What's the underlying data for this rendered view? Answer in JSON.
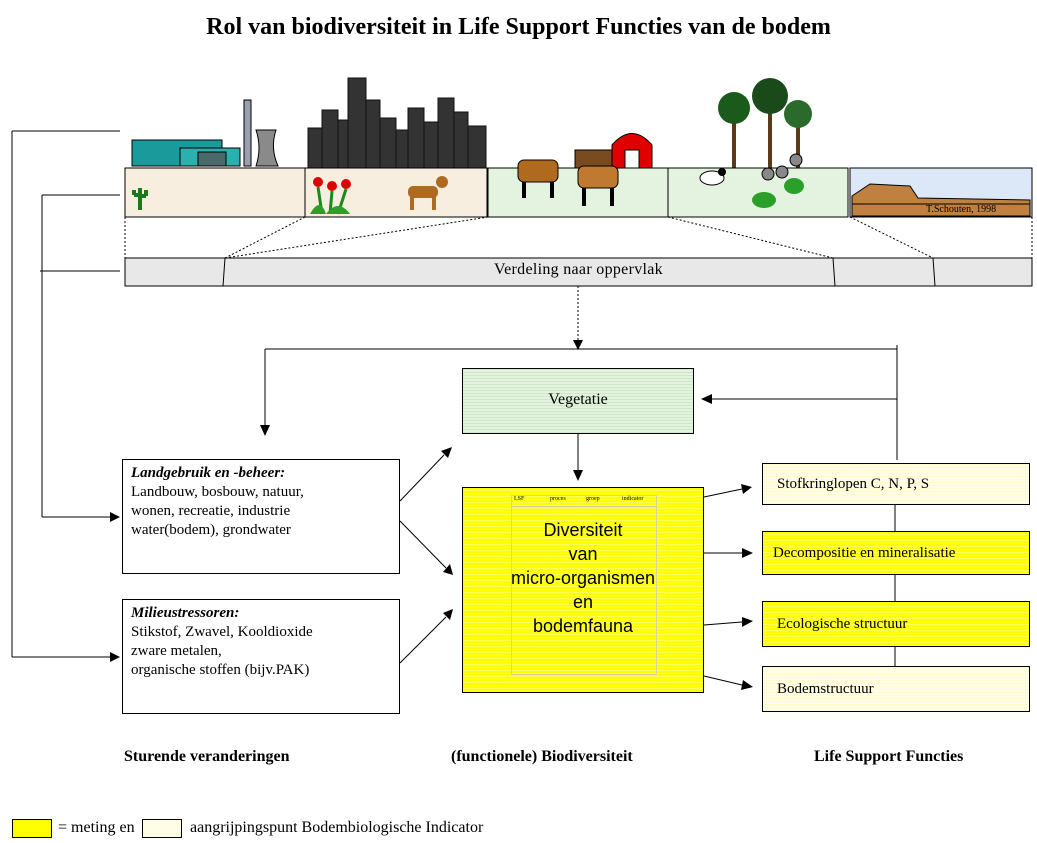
{
  "title": "Rol van biodiversiteit in Life Support Functies van de bodem",
  "credit": "T.Schouten, 1998",
  "surface_bar": "Verdeling naar oppervlak",
  "vegetation": "Vegetatie",
  "diversity": {
    "lines": [
      "Diversiteit",
      "van",
      "micro-organismen",
      "en",
      "bodemfauna"
    ],
    "grid_headers": [
      "LSF",
      "proces",
      "groep",
      "indicator"
    ]
  },
  "land_use": {
    "heading": "Landgebruik en -beheer:",
    "lines": [
      "Landbouw, bosbouw, natuur,",
      "wonen, recreatie, industrie",
      "water(bodem), grondwater"
    ]
  },
  "stressors": {
    "heading": "Milieustressoren:",
    "lines": [
      "Stikstof, Zwavel, Kooldioxide",
      "zware metalen,",
      "organische stoffen (bijv.PAK)"
    ]
  },
  "lsf": {
    "stof": "Stofkringlopen C, N, P, S",
    "decomp": "Decompositie en mineralisatie",
    "eco": "Ecologische structuur",
    "bodem": "Bodemstructuur"
  },
  "footer": {
    "left": "Sturende veranderingen",
    "mid": "(functionele) Biodiversiteit",
    "right": "Life Support Functies"
  },
  "legend": {
    "item1": "= meting en",
    "item2": "aangrijpingspunt Bodembiologische Indicator"
  },
  "colors": {
    "yellow": "#ffff00",
    "light_yellow": "#fffde6",
    "light_green": "#e4f3df",
    "sky": "#dce8f8"
  }
}
